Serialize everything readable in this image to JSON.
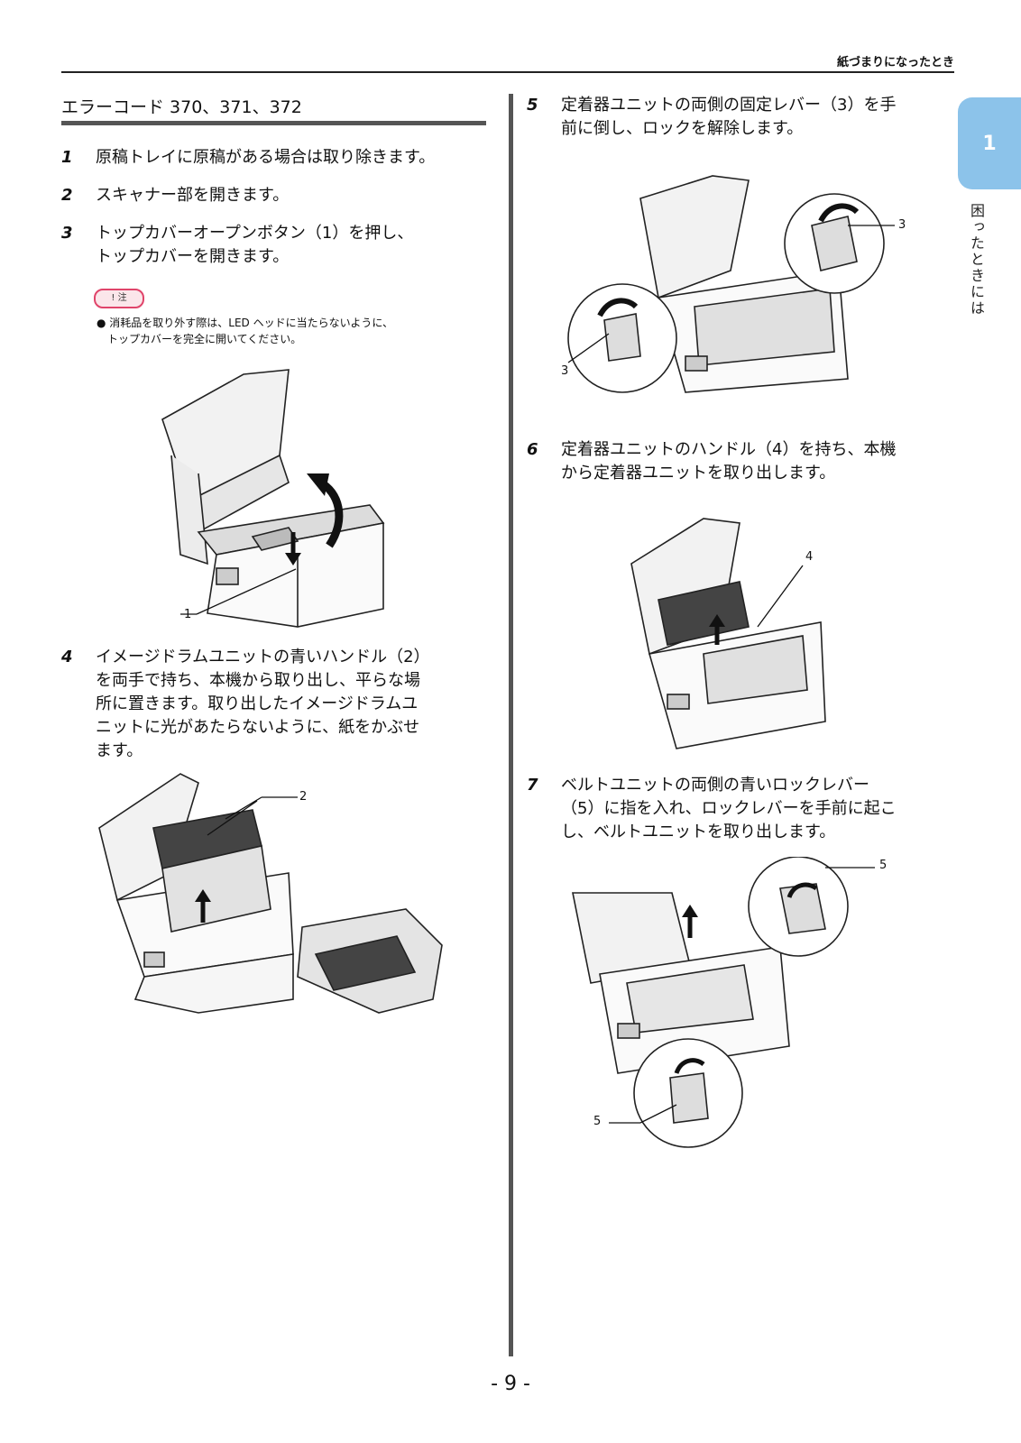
{
  "header": {
    "title": "紙づまりになったとき"
  },
  "section": {
    "title": "エラーコード 370、371、372"
  },
  "steps": [
    {
      "num": "1",
      "lines": [
        "原稿トレイに原稿がある場合は取り除きます。"
      ]
    },
    {
      "num": "2",
      "lines": [
        "スキャナー部を開きます。"
      ]
    },
    {
      "num": "3",
      "lines": [
        "トップカバーオープンボタン（1）を押し、",
        "トップカバーを開きます。"
      ]
    },
    {
      "num": "4",
      "lines": [
        "イメージドラムユニットの青いハンドル（2）",
        "を両手で持ち、本機から取り出し、平らな場",
        "所に置きます。取り出したイメージドラムユ",
        "ニットに光があたらないように、紙をかぶせ",
        "ます。"
      ]
    },
    {
      "num": "5",
      "lines": [
        "定着器ユニットの両側の固定レバー（3）を手",
        "前に倒し、ロックを解除します。"
      ]
    },
    {
      "num": "6",
      "lines": [
        "定着器ユニットのハンドル（4）を持ち、本機",
        "から定着器ユニットを取り出します。"
      ]
    },
    {
      "num": "7",
      "lines": [
        "ベルトユニットの両側の青いロックレバー",
        "（5）に指を入れ、ロックレバーを手前に起こ",
        "し、ベルトユニットを取り出します。"
      ]
    }
  ],
  "note": {
    "badge": "! 注",
    "lines": [
      "● 消耗品を取り外す際は、LED ヘッドに当たらないように、",
      "トップカバーを完全に開いてください。"
    ]
  },
  "callouts": {
    "fig1": "1",
    "fig2": "2",
    "fig3a": "3",
    "fig3b": "3",
    "fig4": "4",
    "fig5a": "5",
    "fig5b": "5"
  },
  "side_tab": {
    "number": "1",
    "label": "困ったときには"
  },
  "footer": {
    "page": "- 9 -"
  }
}
